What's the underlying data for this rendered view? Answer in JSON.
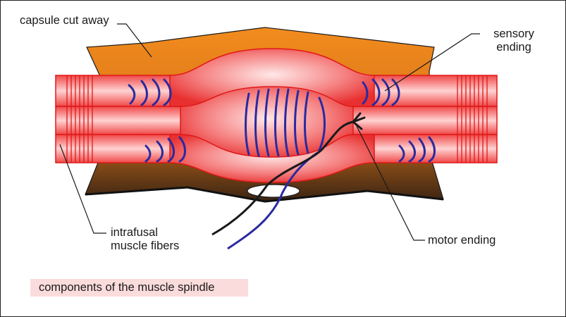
{
  "labels": {
    "capsule": "capsule cut away",
    "sensory_line1": "sensory",
    "sensory_line2": "ending",
    "intrafusal_line1": "intrafusal",
    "intrafusal_line2": "muscle fibers",
    "motor": "motor ending"
  },
  "caption": "components of the muscle spindle",
  "colors": {
    "capsule": "#f28c1e",
    "capsule_dark": "#3a2414",
    "fiber": "#f05a5a",
    "fiber_highlight": "#ffd8d8",
    "striation": "#e01818",
    "sensory_nerve": "#2a2aa0",
    "motor_nerve": "#1a1a1a",
    "caption_bg": "#fbdcdc"
  }
}
